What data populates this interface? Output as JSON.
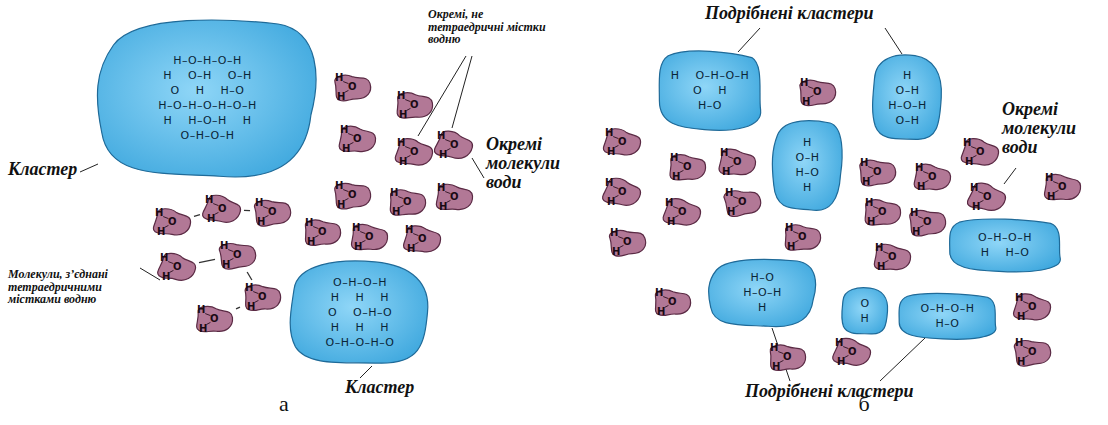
{
  "diagram": {
    "nodes": [
      {
        "text": [
          "H–O–H–O–H",
          "H    O–H    O–H",
          "O    H    H–O",
          "H–O–H–O–H–O–H",
          "H    H–O–H    H",
          "O–H–O–H"
        ]
      },
      {
        "text": [
          "H",
          "O",
          "H"
        ]
      },
      {
        "text": [
          "H",
          "O",
          "H"
        ]
      },
      {
        "text": [
          "H",
          "O",
          "H"
        ]
      },
      {
        "text": [
          "H",
          "O",
          "H"
        ]
      },
      {
        "text": [
          "H",
          "O",
          "H"
        ]
      },
      {
        "text": [
          "H",
          "O",
          "H"
        ]
      },
      {
        "text": [
          "H",
          "O",
          "H"
        ]
      },
      {
        "text": [
          "H",
          "O",
          "H"
        ]
      },
      {
        "text": [
          "H",
          "O",
          "H"
        ]
      },
      {
        "text": [
          "H",
          "O",
          "H"
        ]
      },
      {
        "text": [
          "H",
          "O",
          "H"
        ]
      },
      {
        "text": [
          "H",
          "O",
          "H"
        ]
      },
      {
        "text": [
          "H",
          "O",
          "H"
        ]
      },
      {
        "text": [
          "H",
          "O",
          "H"
        ]
      },
      {
        "text": [
          "H",
          "O",
          "H"
        ]
      },
      {
        "text": [
          "H",
          "O",
          "H"
        ]
      },
      {
        "text": [
          "H",
          "O",
          "H"
        ]
      },
      {
        "text": [
          "H",
          "O",
          "H"
        ]
      },
      {
        "text": [
          "O–H–O–H",
          "H    H    H",
          "O    O–H–O",
          "H    H    H",
          "O–H–O–H–O"
        ]
      },
      {
        "text": [
          "H    O–H–O–H",
          "O    H",
          "H–O"
        ]
      },
      {
        "text": [
          "H",
          "O–H",
          "H–O",
          "H"
        ]
      },
      {
        "text": [
          "H",
          "O–H",
          "H–O–H",
          "O–H"
        ]
      },
      {
        "text": [
          "O–H–O–H",
          "H    H–O"
        ]
      },
      {
        "text": [
          "H–O",
          "H–O–H",
          "H"
        ]
      },
      {
        "text": [
          "O",
          "H"
        ]
      },
      {
        "text": [
          "O–H–O–H",
          "H–O"
        ]
      },
      {
        "text": [
          "H",
          "O",
          "H"
        ]
      },
      {
        "text": [
          "H",
          "O",
          "H"
        ]
      },
      {
        "text": [
          "H",
          "O",
          "H"
        ]
      },
      {
        "text": [
          "H",
          "O",
          "H"
        ]
      },
      {
        "text": [
          "H",
          "O",
          "H"
        ]
      },
      {
        "text": [
          "H",
          "O",
          "H"
        ]
      },
      {
        "text": [
          "H",
          "O",
          "H"
        ]
      },
      {
        "text": [
          "H",
          "O",
          "H"
        ]
      },
      {
        "text": [
          "H",
          "O",
          "H"
        ]
      },
      {
        "text": [
          "H",
          "O",
          "H"
        ]
      },
      {
        "text": [
          "H",
          "O",
          "H"
        ]
      },
      {
        "text": [
          "H",
          "O",
          "H"
        ]
      },
      {
        "text": [
          "H",
          "O",
          "H"
        ]
      },
      {
        "text": [
          "H",
          "O",
          "H"
        ]
      },
      {
        "text": [
          "H",
          "O",
          "H"
        ]
      },
      {
        "text": [
          "H",
          "O",
          "H"
        ]
      },
      {
        "text": [
          "H",
          "O",
          "H"
        ]
      },
      {
        "text": [
          "H",
          "O",
          "H"
        ]
      },
      {
        "text": [
          "H",
          "O",
          "H"
        ]
      },
      {
        "text": [
          "H",
          "O",
          "H"
        ]
      },
      {
        "text": [
          "H",
          "O",
          "H"
        ]
      },
      {
        "text": [
          "H",
          "O",
          "H"
        ]
      }
    ],
    "edges": [
      {
        "from": 9,
        "to": 10,
        "arrow": "none"
      },
      {
        "from": 10,
        "to": 11,
        "arrow": "none"
      },
      {
        "from": 15,
        "to": 16,
        "arrow": "none"
      },
      {
        "from": 16,
        "to": 17,
        "arrow": "none"
      },
      {
        "from": 17,
        "to": 18,
        "arrow": "none"
      }
    ],
    "labels": [
      "Кластер",
      "Окремі, не тетраедричні містки водню",
      "Окремі молекули води",
      "Молекули, з’єднані тетраедричними містками водню",
      "Кластер",
      "а",
      "Подрібнені кластери",
      "Окремі молекули води",
      "Подрібнені кластери",
      "б"
    ]
  }
}
